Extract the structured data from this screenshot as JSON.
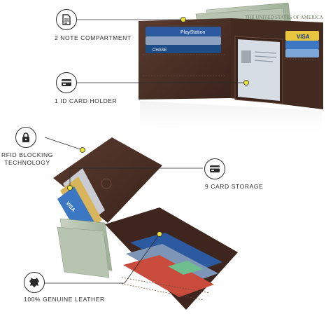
{
  "features": {
    "note_compartment": {
      "label": "2 NOTE COMPARTMENT",
      "icon": "document-icon"
    },
    "id_card_holder": {
      "label": "1 ID CARD HOLDER",
      "icon": "card-icon"
    },
    "rfid_blocking": {
      "label_line1": "RFID BLOCKING",
      "label_line2": "TECHNOLOGY",
      "icon": "lock-icon"
    },
    "card_storage": {
      "label": "9 CARD STORAGE",
      "icon": "card-icon"
    },
    "genuine_leather": {
      "label": "100% GENUINE LEATHER",
      "icon": "leather-hide-icon"
    }
  },
  "cards": {
    "playstation": "PlayStation",
    "visa": "VISA",
    "chase": "CHASE"
  },
  "colors": {
    "leather": "#4a2e24",
    "leather_dark": "#33201a",
    "accent_dot": "#e8e33a",
    "line": "#2b2b2b",
    "cash": "#a9b8a2"
  }
}
